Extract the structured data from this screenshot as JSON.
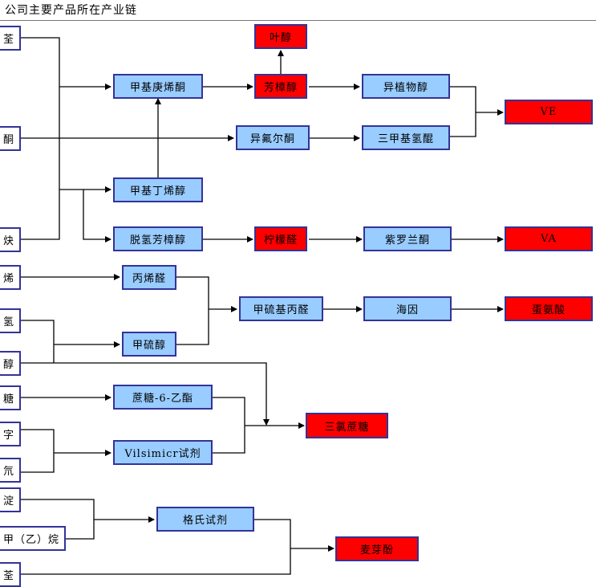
{
  "title": "公司主要产品所在产业链",
  "colors": {
    "intermediate_fill": "#99ccff",
    "product_fill": "#ff0000",
    "box_border": "#333399",
    "line": "#000000"
  },
  "raw_materials": {
    "r1": "荃",
    "r2": "酮",
    "r3": "炔",
    "r4": "烯",
    "r5": "氢",
    "r6": "醇",
    "r7": "糖",
    "r8": "字",
    "r9": "氘",
    "r10": "淀",
    "r11": "甲（乙）烷",
    "r12": "荃"
  },
  "intermediates": {
    "methylheptenone": "甲基庚烯酮",
    "linalool": "芳樟醇",
    "isophytol": "异植物醇",
    "isophorone": "异氟尔酮",
    "trimethylhydroquinone": "三甲基氢醌",
    "methylbutenol": "甲基丁烯醇",
    "dehydrolinalool": "脱氢芳樟醇",
    "ionone": "紫罗兰酮",
    "acrolein": "丙烯醛",
    "methylmercaptan": "甲硫醇",
    "methylthiopropanal": "甲硫基丙醛",
    "hydantoin": "海因",
    "sucrose6acetate": "蔗糖-6-乙酯",
    "vilsmeier": "Vilsimicr试剂",
    "grignard": "格氏试剂"
  },
  "products": {
    "leaf_alcohol": "叶醇",
    "linalool": "芳樟醇",
    "citral": "柠檬醛",
    "ve": "VE",
    "va": "VA",
    "methionine": "蛋氨酸",
    "sucralose": "三氯蔗糖",
    "maltol": "麦芽酚"
  }
}
